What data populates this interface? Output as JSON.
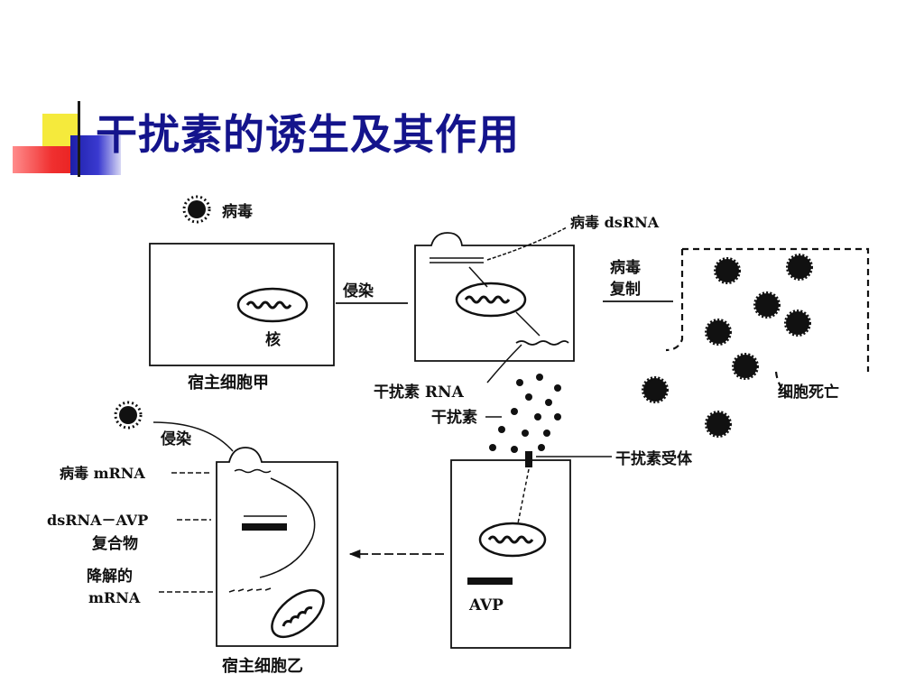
{
  "slide": {
    "title": "干扰素的诱生及其作用"
  },
  "diagram": {
    "virus_label": "病毒",
    "cell_a": {
      "label": "宿主细胞甲",
      "nucleus": "核"
    },
    "infection_label": "侵染",
    "virus_dsrna_label": "病毒 dsRNA",
    "virus_replication_label": [
      "病毒",
      "复制"
    ],
    "cell_death_label": "细胞死亡",
    "interferon_rna_label": "干扰素 RNA",
    "interferon_label": "干扰素",
    "interferon_receptor_label": "干扰素受体",
    "cell_b": {
      "label": "宿主细胞乙",
      "infection_label": "侵染",
      "virus_mrna_label": "病毒 mRNA",
      "complex_label": [
        "dsRNA－AVP",
        "复合物"
      ],
      "degraded_label": [
        "降解的",
        "mRNA"
      ]
    },
    "avp_label": "AVP"
  }
}
